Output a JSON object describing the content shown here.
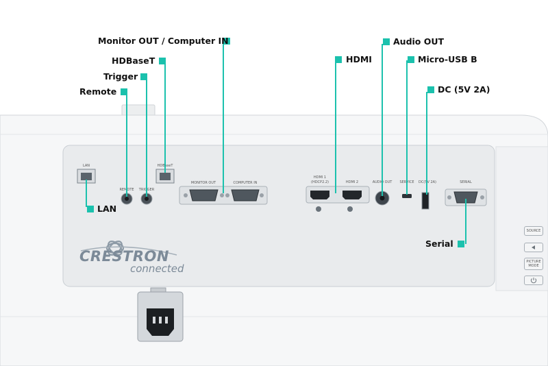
{
  "callouts": {
    "monitor_computer": "Monitor OUT / Computer IN",
    "hdbaset": "HDBaseT",
    "trigger": "Trigger",
    "remote": "Remote",
    "lan": "LAN",
    "hdmi": "HDMI",
    "audio_out": "Audio OUT",
    "micro_usb": "Micro-USB B",
    "dc": "DC (5V 2A)",
    "serial": "Serial"
  },
  "panel_labels": {
    "lan": "LAN",
    "hdbaset": "HDBaseT",
    "remote": "REMOTE",
    "trigger": "TRIGGER",
    "monitor_out": "MONITOR OUT",
    "computer_in": "COMPUTER IN",
    "hdmi1": "HDMI 1",
    "hdmi1_sub": "(HDCP2.2)",
    "hdmi2": "HDMI 2",
    "audio_out": "AUDIO OUT",
    "service": "SERVICE",
    "dc": "DC(5V 2A)",
    "serial": "SERIAL"
  },
  "logo": {
    "brand": "CRESTRON",
    "tagline": "connected"
  },
  "side_buttons": {
    "source": "SOURCE",
    "picture_mode_1": "PICTURE",
    "picture_mode_2": "MODE"
  },
  "colors": {
    "accent": "#1bc1ad",
    "panel": "#e9ebed",
    "body": "#f6f7f8"
  }
}
